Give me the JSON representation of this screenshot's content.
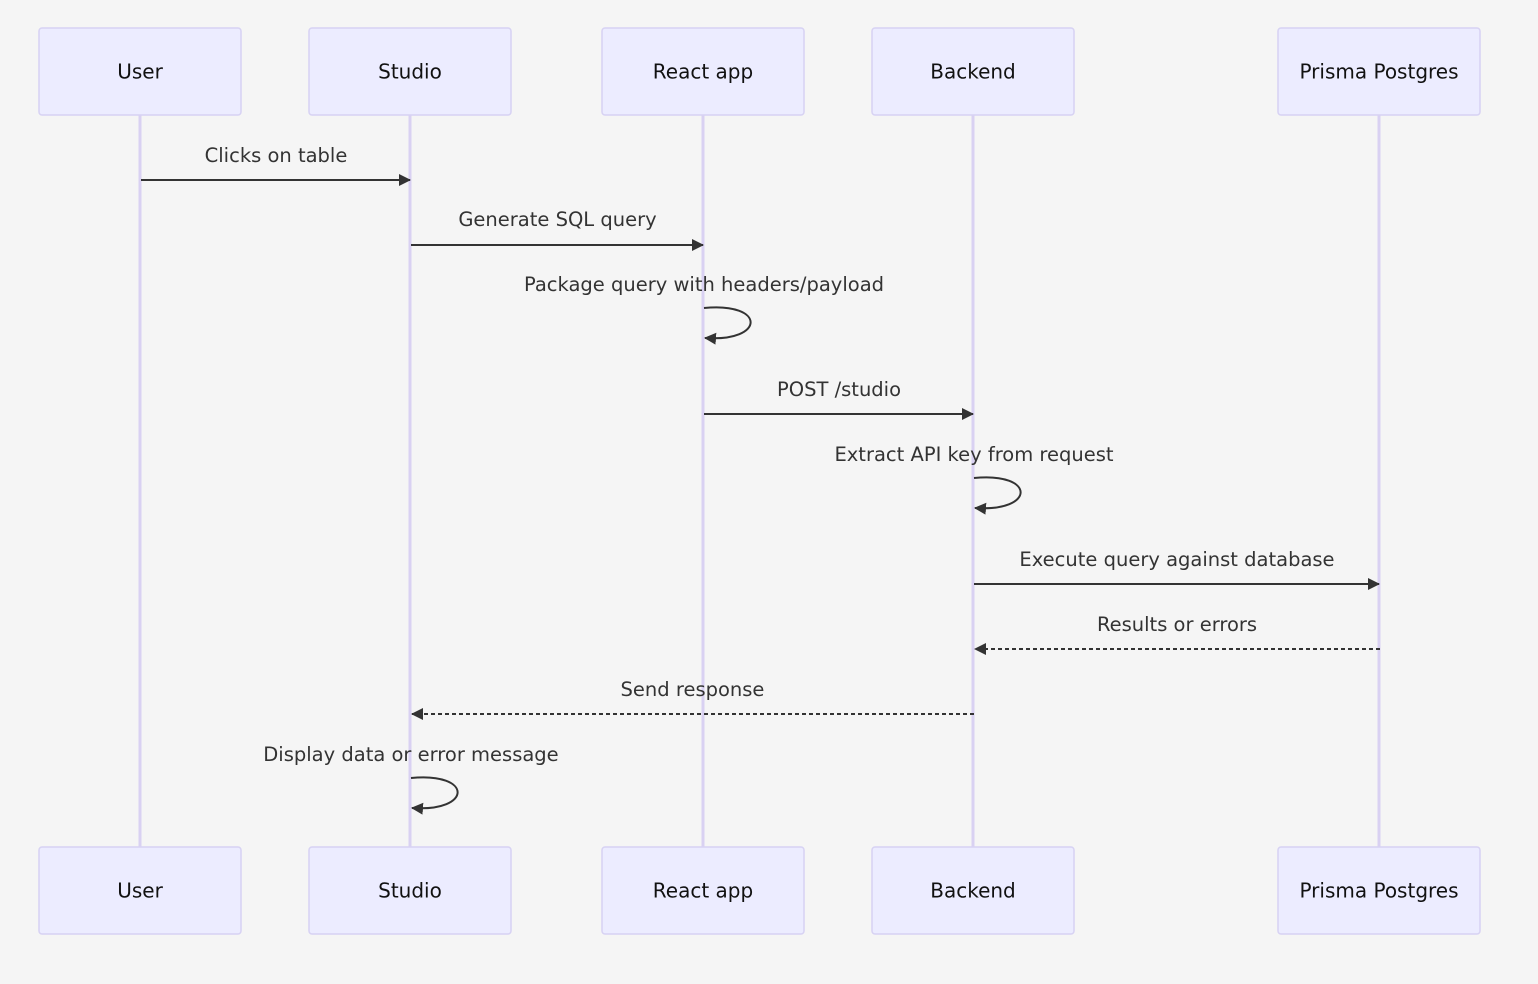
{
  "participants": [
    {
      "id": "user",
      "label": "User"
    },
    {
      "id": "studio",
      "label": "Studio"
    },
    {
      "id": "react",
      "label": "React app"
    },
    {
      "id": "backend",
      "label": "Backend"
    },
    {
      "id": "postgres",
      "label": "Prisma Postgres"
    }
  ],
  "messages": [
    {
      "from": "user",
      "to": "studio",
      "label": "Clicks on table",
      "style": "solid"
    },
    {
      "from": "studio",
      "to": "react",
      "label": "Generate SQL query",
      "style": "solid"
    },
    {
      "from": "react",
      "to": "react",
      "label": "Package query with headers/payload",
      "style": "solid"
    },
    {
      "from": "react",
      "to": "backend",
      "label": "POST /studio",
      "style": "solid"
    },
    {
      "from": "backend",
      "to": "backend",
      "label": "Extract API key from request",
      "style": "solid"
    },
    {
      "from": "backend",
      "to": "postgres",
      "label": "Execute query against database",
      "style": "solid"
    },
    {
      "from": "postgres",
      "to": "backend",
      "label": "Results or errors",
      "style": "dashed"
    },
    {
      "from": "backend",
      "to": "studio",
      "label": "Send response",
      "style": "dashed"
    },
    {
      "from": "studio",
      "to": "studio",
      "label": "Display data or error message",
      "style": "solid"
    }
  ],
  "colors": {
    "background": "#f5f5f5",
    "actor_fill": "#ececff",
    "actor_stroke": "#d7d2f3",
    "lifeline": "#d9d1f2",
    "message": "#333333"
  }
}
